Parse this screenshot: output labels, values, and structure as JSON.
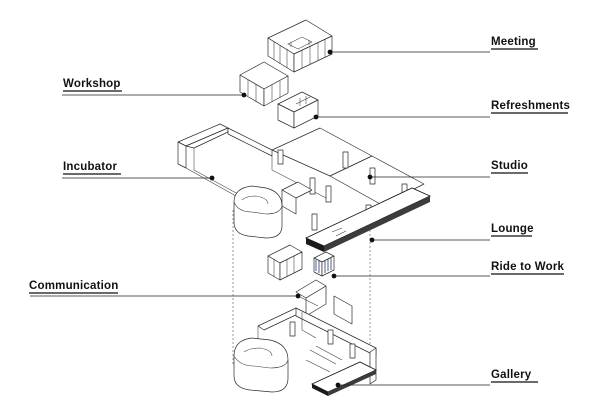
{
  "labels": {
    "meeting": "Meeting",
    "workshop": "Workshop",
    "refreshments": "Refreshments",
    "incubator": "Incubator",
    "studio": "Studio",
    "lounge": "Lounge",
    "ride_to_work": "Ride to Work",
    "communication": "Communication",
    "gallery": "Gallery"
  },
  "colors": {
    "meeting": "#f2cfe0",
    "workshop": "#d7ecc8",
    "refreshments": "#f6f2d8",
    "communication_boxes": "#c9a79a",
    "communication_panel": "#f4c59d",
    "ride_to_work": "#8aa1c9"
  }
}
